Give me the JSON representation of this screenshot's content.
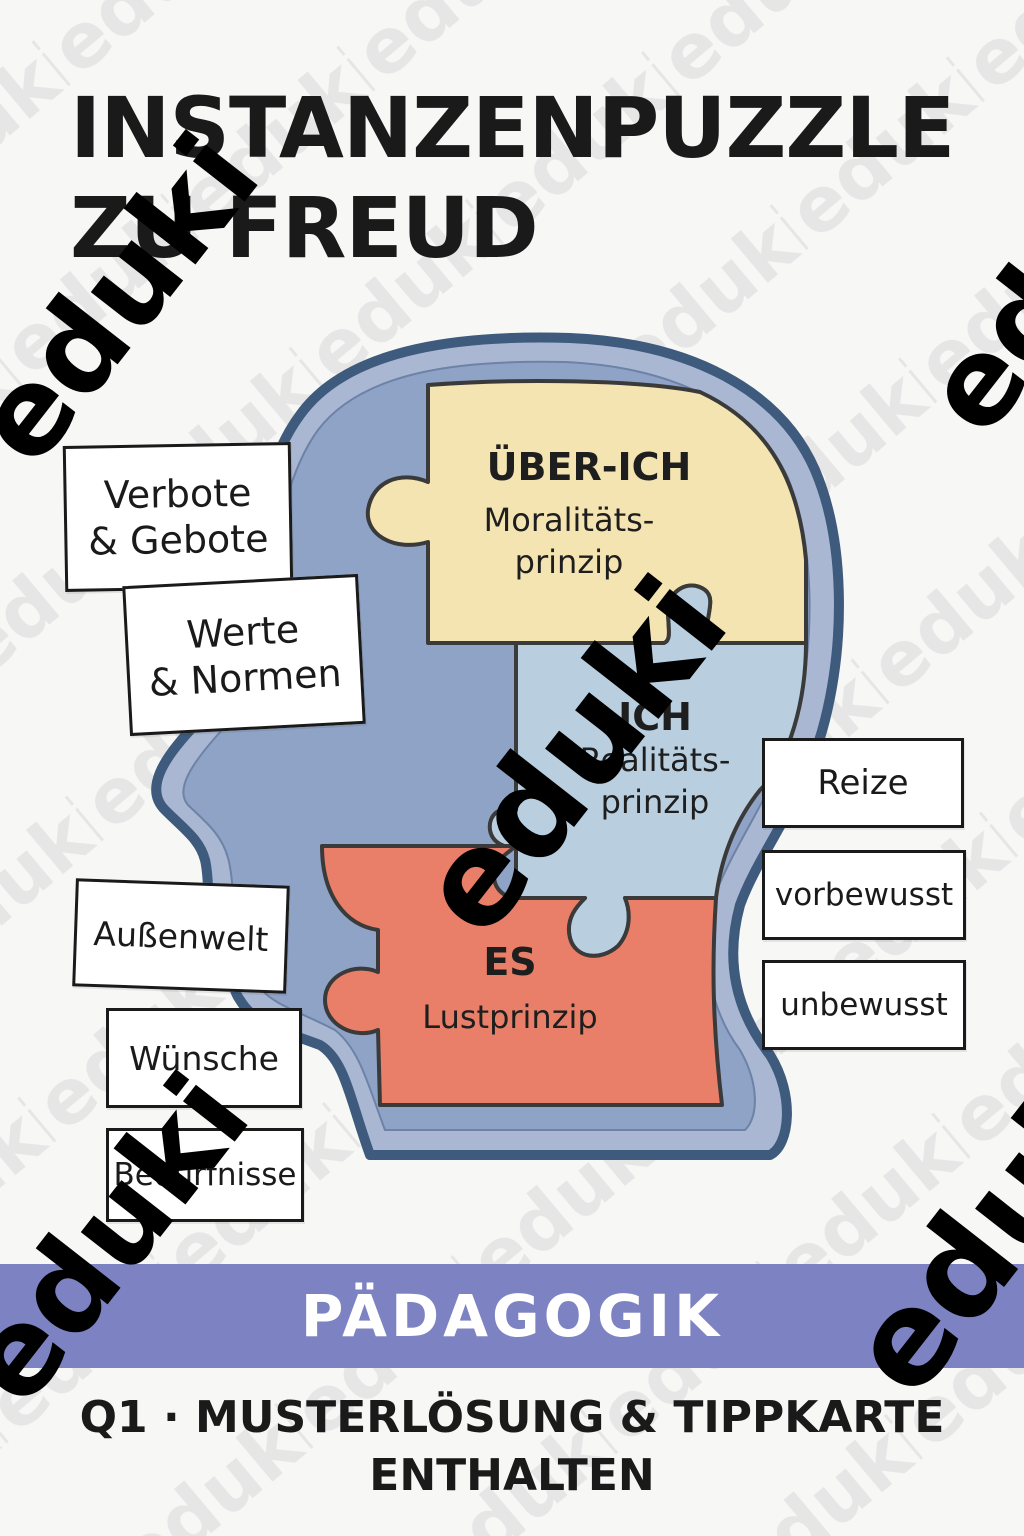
{
  "title": {
    "line1": "INSTANZENPUZZLE",
    "line2": "ZU FREUD"
  },
  "pieces": {
    "ueber_ich": {
      "name": "ÜBER-ICH",
      "principle": "Moralitäts-\nprinzip",
      "color": "#f3e4b2"
    },
    "ich": {
      "name": "ICH",
      "principle": "Realitäts-\nprinzip",
      "color": "#b9cfe0"
    },
    "es": {
      "name": "ES",
      "principle": "Lustprinzip",
      "color": "#e97f68"
    }
  },
  "head": {
    "outline_color": "#3e5a7c",
    "inner_color": "#8fa3c6",
    "ring_color": "#a9b7d2"
  },
  "left_cards": [
    {
      "text": "Verbote\n& Gebote"
    },
    {
      "text": "Werte\n& Normen"
    },
    {
      "text": "Außenwelt"
    },
    {
      "text": "Wünsche"
    },
    {
      "text": "Bedürfnisse"
    }
  ],
  "right_cards": [
    {
      "text": "Reize"
    },
    {
      "text": "vorbewusst"
    },
    {
      "text": "unbewusst"
    }
  ],
  "banner": {
    "text": "PÄDAGOGIK",
    "color": "#7d82c2"
  },
  "footer": {
    "line1": "Q1 · MUSTERLÖSUNG & TIPPKARTE",
    "line2": "ENTHALTEN"
  },
  "watermark": {
    "text": "eduki"
  }
}
